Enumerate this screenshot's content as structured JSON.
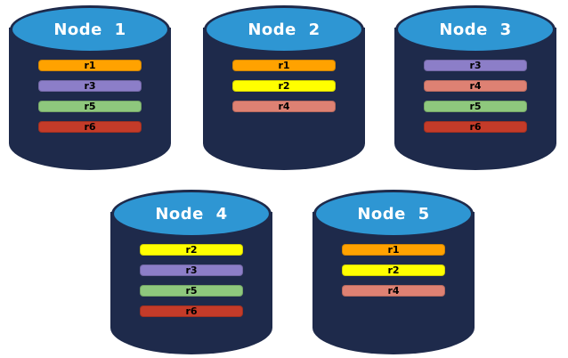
{
  "colors": {
    "cylinder_body": "#1E2A4B",
    "cylinder_top": "#2E96D3",
    "replica_r1": "#FFA200",
    "replica_r2": "#FFFF00",
    "replica_r3": "#8C7EC8",
    "replica_r4": "#DE8173",
    "replica_r5": "#8EC87D",
    "replica_r6": "#C43B29"
  },
  "nodes": [
    {
      "label": "Node 1",
      "replicas": [
        {
          "label": "r1",
          "color": "#FFA200"
        },
        {
          "label": "r3",
          "color": "#8C7EC8"
        },
        {
          "label": "r5",
          "color": "#8EC87D"
        },
        {
          "label": "r6",
          "color": "#C43B29"
        }
      ]
    },
    {
      "label": "Node 2",
      "replicas": [
        {
          "label": "r1",
          "color": "#FFA200"
        },
        {
          "label": "r2",
          "color": "#FFFF00"
        },
        {
          "label": "r4",
          "color": "#DE8173"
        }
      ]
    },
    {
      "label": "Node 3",
      "replicas": [
        {
          "label": "r3",
          "color": "#8C7EC8"
        },
        {
          "label": "r4",
          "color": "#DE8173"
        },
        {
          "label": "r5",
          "color": "#8EC87D"
        },
        {
          "label": "r6",
          "color": "#C43B29"
        }
      ]
    },
    {
      "label": "Node 4",
      "replicas": [
        {
          "label": "r2",
          "color": "#FFFF00"
        },
        {
          "label": "r3",
          "color": "#8C7EC8"
        },
        {
          "label": "r5",
          "color": "#8EC87D"
        },
        {
          "label": "r6",
          "color": "#C43B29"
        }
      ]
    },
    {
      "label": "Node 5",
      "replicas": [
        {
          "label": "r1",
          "color": "#FFA200"
        },
        {
          "label": "r2",
          "color": "#FFFF00"
        },
        {
          "label": "r4",
          "color": "#DE8173"
        }
      ]
    }
  ]
}
